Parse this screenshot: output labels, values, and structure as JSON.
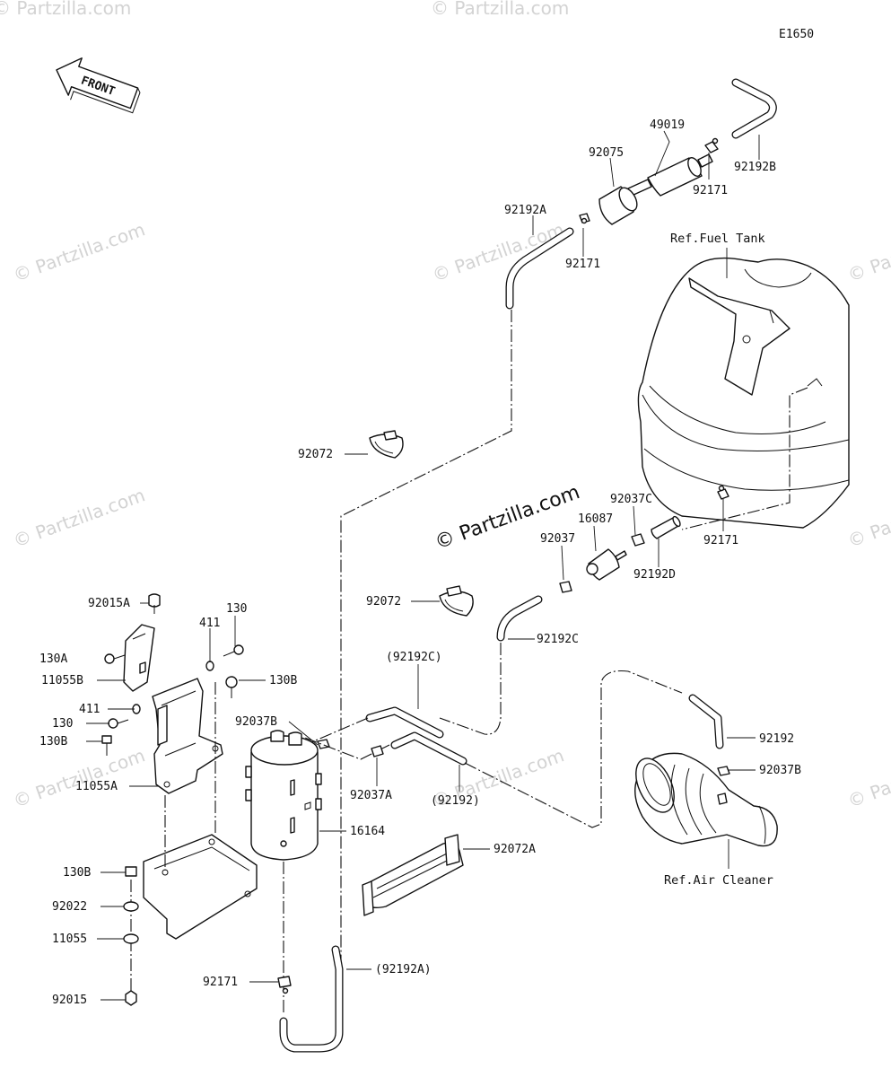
{
  "diagram_code": "E1650",
  "front_label": "FRONT",
  "watermark": "© Partzilla.com",
  "refs": {
    "fuel_tank": "Ref.Fuel Tank",
    "air_cleaner": "Ref.Air Cleaner"
  },
  "labels": {
    "p49019": "49019",
    "p92075": "92075",
    "p92192B": "92192B",
    "p92171_top": "92171",
    "p92192A": "92192A",
    "p92171_mid": "92171",
    "p92072_top": "92072",
    "p92037C": "92037C",
    "p16087": "16087",
    "p92037": "92037",
    "p92171_right": "92171",
    "p92192D": "92192D",
    "p92072_mid": "92072",
    "p92192C": "92192C",
    "p92192C_paren": "(92192C)",
    "p92037B_left": "92037B",
    "p92037A": "92037A",
    "p92192_paren": "(92192)",
    "p92192": "92192",
    "p92037B_right": "92037B",
    "p16164": "16164",
    "p92072A": "92072A",
    "p92015A": "92015A",
    "p130_top": "130",
    "p411_top": "411",
    "p130A": "130A",
    "p11055B": "11055B",
    "p130B_top": "130B",
    "p411_mid": "411",
    "p130_mid": "130",
    "p130B_mid": "130B",
    "p11055A": "11055A",
    "p130B_bot": "130B",
    "p92022": "92022",
    "p11055": "11055",
    "p92015": "92015",
    "p92171_bot": "92171",
    "p92192A_paren": "(92192A)"
  }
}
